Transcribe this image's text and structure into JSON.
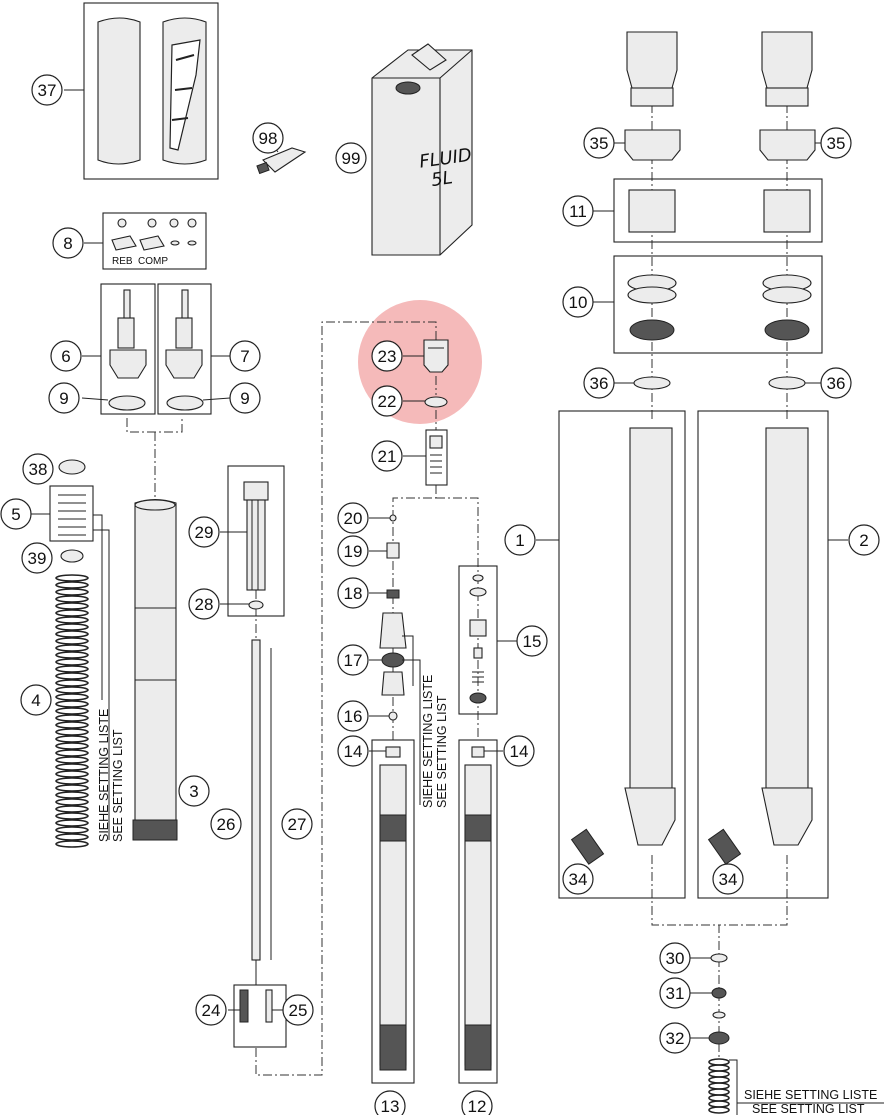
{
  "callouts": {
    "c1": "1",
    "c2": "2",
    "c3": "3",
    "c4": "4",
    "c5": "5",
    "c6": "6",
    "c7": "7",
    "c8": "8",
    "c9a": "9",
    "c9b": "9",
    "c10": "10",
    "c11": "11",
    "c12": "12",
    "c13": "13",
    "c14a": "14",
    "c14b": "14",
    "c15": "15",
    "c16": "16",
    "c17": "17",
    "c18": "18",
    "c19": "19",
    "c20": "20",
    "c21": "21",
    "c22": "22",
    "c23": "23",
    "c24": "24",
    "c25": "25",
    "c26": "26",
    "c27": "27",
    "c28": "28",
    "c29": "29",
    "c30": "30",
    "c31": "31",
    "c32": "32",
    "c34a": "34",
    "c34b": "34",
    "c35a": "35",
    "c35b": "35",
    "c36a": "36",
    "c36b": "36",
    "c37": "37",
    "c38": "38",
    "c39": "39",
    "c98": "98",
    "c99": "99"
  },
  "labels": {
    "fluid_line1": "FLUID",
    "fluid_line2": "5L",
    "reb": "REB",
    "comp": "COMP",
    "siehe_setting_liste": "SIEHE SETTING LISTE",
    "see_setting_list": "SEE SETTING LIST"
  },
  "colors": {
    "highlight": "#f2a3a3",
    "line": "#222222"
  }
}
